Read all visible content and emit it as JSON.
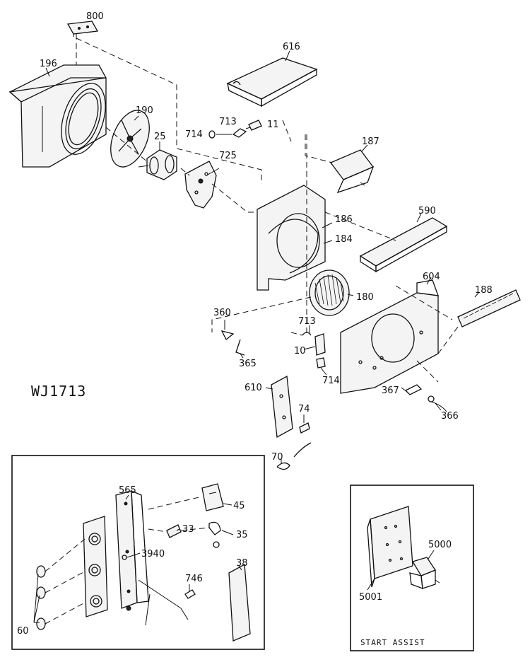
{
  "diagram": {
    "model_number": "WJ1713",
    "start_assist_caption": "START ASSIST",
    "callouts": {
      "p800": "800",
      "p196": "196",
      "p616": "616",
      "p190": "190",
      "p25": "25",
      "p713a": "713",
      "p714a": "714",
      "p11": "11",
      "p725": "725",
      "p187": "187",
      "p590": "590",
      "p186": "186",
      "p184": "184",
      "p604": "604",
      "p188": "188",
      "p180": "180",
      "p360": "360",
      "p713b": "713",
      "p10": "10",
      "p714b": "714",
      "p365": "365",
      "p367": "367",
      "p366": "366",
      "p610": "610",
      "p74": "74",
      "p70": "70",
      "p565": "565",
      "p45": "45",
      "p33": "33",
      "p35": "35",
      "p3940": "3940",
      "p38": "38",
      "p746": "746",
      "p60": "60",
      "p5000": "5000",
      "p5001": "5001"
    }
  }
}
